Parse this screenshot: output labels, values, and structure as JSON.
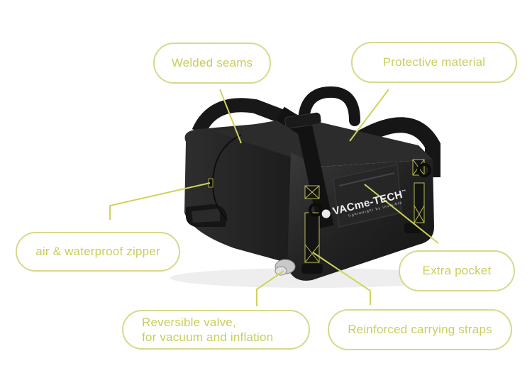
{
  "product": {
    "name": "Waterproof vacuum duffel bag",
    "brand": {
      "name": "VACme-TECH",
      "trademark": "™",
      "tagline": "lightweight by invisible"
    }
  },
  "callouts": [
    {
      "id": "welded-seams",
      "label": "Welded seams"
    },
    {
      "id": "protective-material",
      "label": "Protective material"
    },
    {
      "id": "zipper",
      "label": "air & waterproof zipper"
    },
    {
      "id": "extra-pocket",
      "label": "Extra pocket"
    },
    {
      "id": "valve",
      "label_line1": "Reversible valve,",
      "label_line2": "for vacuum and inflation"
    },
    {
      "id": "straps",
      "label": "Reinforced carrying straps"
    }
  ],
  "colors": {
    "accent": "#d6d98a",
    "accent_text": "#c9ce5a",
    "leader_line": "#cfd35a",
    "bag": "#1f1f1f",
    "bag_highlight": "#3a3a3a",
    "background": "#ffffff"
  }
}
